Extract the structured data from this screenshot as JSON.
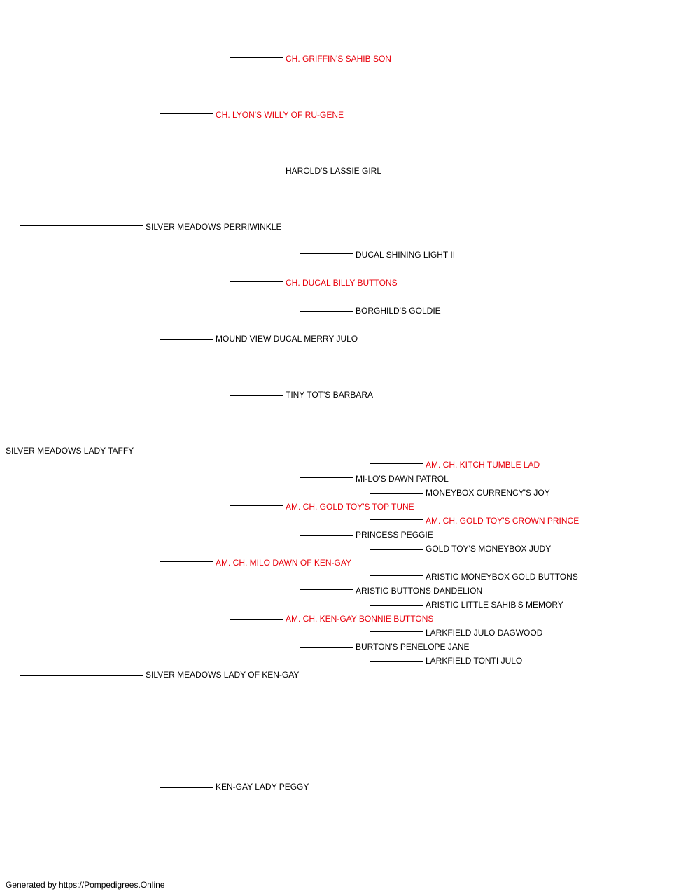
{
  "colors": {
    "champion": "#e8000b",
    "normal": "#000000",
    "connector": "#000000"
  },
  "pedigree": {
    "subject": {
      "name": "SILVER MEADOWS LADY TAFFY",
      "champion": false
    },
    "sire": {
      "name": "SILVER MEADOWS PERRIWINKLE",
      "champion": false
    },
    "dam": {
      "name": "SILVER MEADOWS LADY OF KEN-GAY",
      "champion": false
    },
    "s": {
      "name": "CH. LYON'S WILLY OF RU-GENE",
      "champion": true
    },
    "d": {
      "name": "MOUND VIEW DUCAL MERRY JULO",
      "champion": false
    },
    "ss": {
      "name": "CH. GRIFFIN'S SAHIB SON",
      "champion": true
    },
    "sd": {
      "name": "HAROLD'S LASSIE GIRL",
      "champion": false
    },
    "ds": {
      "name": "CH. DUCAL BILLY BUTTONS",
      "champion": true
    },
    "dd": {
      "name": "TINY TOT'S BARBARA",
      "champion": false
    },
    "dss": {
      "name": "DUCAL SHINING LIGHT II",
      "champion": false
    },
    "dsd": {
      "name": "BORGHILD'S GOLDIE",
      "champion": false
    },
    "m": {
      "name": "AM. CH. MILO DAWN OF KEN-GAY",
      "champion": true
    },
    "md": {
      "name": "KEN-GAY LADY PEGGY",
      "champion": false
    },
    "ms": {
      "name": "AM. CH. GOLD TOY'S TOP TUNE",
      "champion": true
    },
    "mm": {
      "name": "AM. CH. KEN-GAY BONNIE BUTTONS",
      "champion": true
    },
    "mss": {
      "name": "MI-LO'S DAWN PATROL",
      "champion": false
    },
    "msd": {
      "name": "PRINCESS PEGGIE",
      "champion": false
    },
    "mms": {
      "name": "ARISTIC BUTTONS DANDELION",
      "champion": false
    },
    "mmd": {
      "name": "BURTON'S PENELOPE JANE",
      "champion": false
    },
    "msss": {
      "name": "AM. CH. KITCH TUMBLE LAD",
      "champion": true
    },
    "mssd": {
      "name": "MONEYBOX CURRENCY'S JOY",
      "champion": false
    },
    "msds": {
      "name": "AM. CH. GOLD TOY'S CROWN PRINCE",
      "champion": true
    },
    "msdd": {
      "name": "GOLD TOY'S MONEYBOX JUDY",
      "champion": false
    },
    "mmss": {
      "name": "ARISTIC MONEYBOX GOLD BUTTONS",
      "champion": false
    },
    "mmsd": {
      "name": "ARISTIC LITTLE SAHIB'S MEMORY",
      "champion": false
    },
    "mmds": {
      "name": "LARKFIELD JULO DAGWOOD",
      "champion": false
    },
    "mmdd": {
      "name": "LARKFIELD TONTI JULO",
      "champion": false
    }
  },
  "footer": "Generated by https://Pompedigrees.Online"
}
